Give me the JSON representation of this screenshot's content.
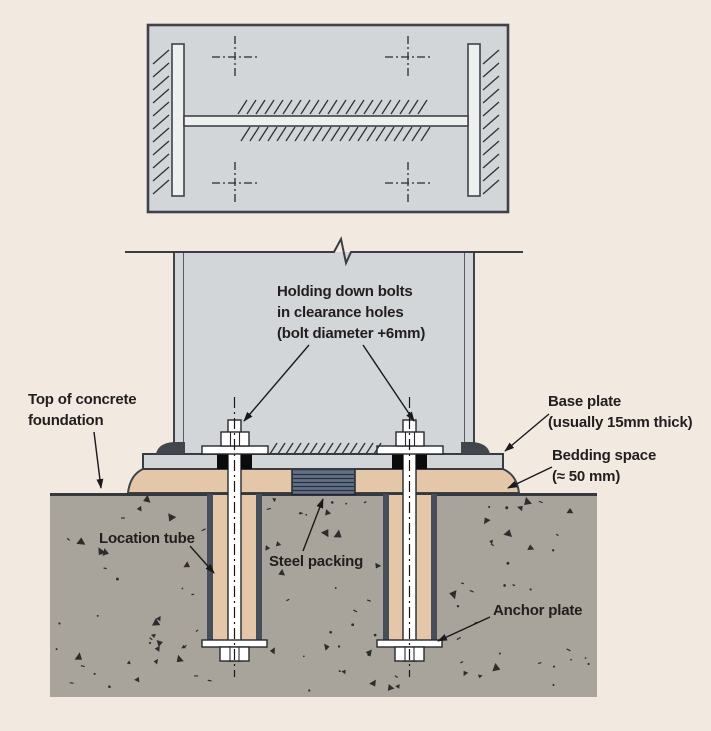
{
  "labels": {
    "holding_down_bolts": {
      "lines": [
        "Holding down bolts",
        "in clearance holes",
        "(bolt diameter +6mm)"
      ]
    },
    "top_of_concrete_foundation": {
      "lines": [
        "Top of concrete",
        "foundation"
      ]
    },
    "base_plate": {
      "lines": [
        "Base plate",
        "(usually 15mm thick)"
      ]
    },
    "bedding_space": {
      "lines": [
        "Bedding space",
        "(≈ 50 mm)"
      ]
    },
    "location_tube": {
      "lines": [
        "Location tube"
      ]
    },
    "steel_packing": {
      "lines": [
        "Steel packing"
      ]
    },
    "anchor_plate": {
      "lines": [
        "Anchor plate"
      ]
    }
  },
  "colors": {
    "background": "#f2e9e1",
    "steel_gray": "#d3d6d8",
    "flange_light": "#eef0f0",
    "outline_dark": "#3e434a",
    "bedding_tan": "#e4c7a8",
    "concrete_gray": "#a8a49b",
    "packing_slate": "#617086",
    "tube_wall": "#474d59",
    "clearance_black": "#0b0b0c",
    "text": "#221e1f"
  }
}
